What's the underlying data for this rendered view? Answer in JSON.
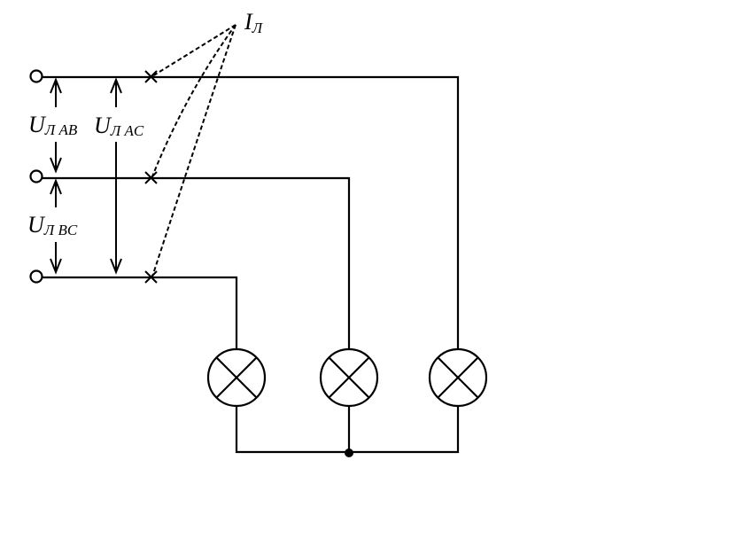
{
  "labels": {
    "current_main": "I",
    "current_sub": "Л",
    "u_ab_main": "U",
    "u_ab_sub": "Л AB",
    "u_ac_main": "U",
    "u_ac_sub": "Л AC",
    "u_bc_main": "U",
    "u_bc_sub": "Л BC"
  },
  "colors": {
    "line": "#000000",
    "background": "#ffffff"
  },
  "components": {
    "terminals": 3,
    "lamps": 3,
    "current_markers": 3
  }
}
